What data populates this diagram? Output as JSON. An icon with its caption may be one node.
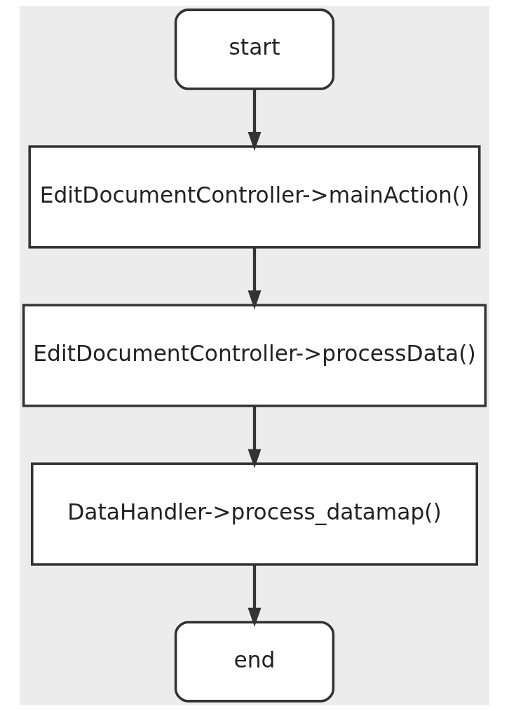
{
  "diagram": {
    "nodes": [
      {
        "text": [
          "start"
        ]
      },
      {
        "text": [
          "EditDocumentController->mainAction()"
        ]
      },
      {
        "text": [
          "EditDocumentController->processData()"
        ]
      },
      {
        "text": [
          "DataHandler->process_datamap()"
        ]
      },
      {
        "text": [
          "end"
        ]
      }
    ],
    "edges": [
      {
        "from": 0,
        "to": 1,
        "arrow": "to"
      },
      {
        "from": 1,
        "to": 2,
        "arrow": "to"
      },
      {
        "from": 2,
        "to": 3,
        "arrow": "to"
      },
      {
        "from": 3,
        "to": 4,
        "arrow": "to"
      }
    ]
  }
}
